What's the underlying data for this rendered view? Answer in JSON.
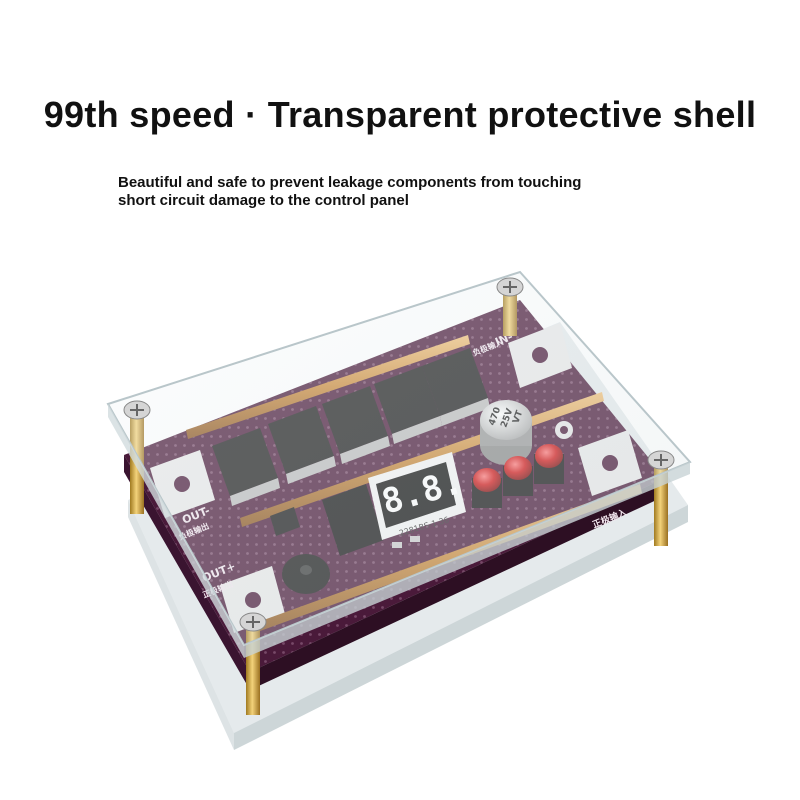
{
  "title": "99th speed · Transparent protective shell",
  "subtitle": {
    "line1": "Beautiful and safe to prevent leakage components from touching",
    "line2": "short circuit damage to the control panel"
  },
  "board": {
    "display_digits": "8.8.",
    "display_label": "2281BS-1 36",
    "capacitor_label_1": "470",
    "capacitor_label_2": "25V",
    "capacitor_label_3": "VT",
    "in_minus": "IN-",
    "in_minus_cn": "负极输入",
    "in_plus_cn": "正极输入",
    "out_minus": "OUT-",
    "out_minus_cn": "负极输出",
    "out_plus": "OUT+",
    "out_plus_cn": "正极输出"
  },
  "colors": {
    "pcb": "#4a1a3a",
    "acrylic": "#dfe8ea",
    "copper": "#c9893a",
    "standoff": "#d4a73a",
    "button": "#d11a1a",
    "mosfet": "#1e1e1e"
  }
}
